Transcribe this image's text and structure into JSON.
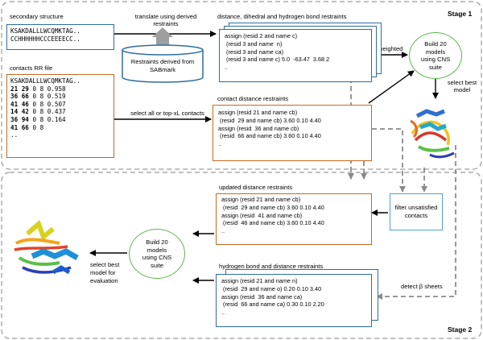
{
  "stages": {
    "stage1": "Stage 1",
    "stage2": "Stage 2"
  },
  "inputs": {
    "secondary_structure": {
      "title": "secondary structure",
      "lines": [
        "KSAKDALLLWCQMKTAG..",
        "CCHHHHHHCCCEEEECC.."
      ]
    },
    "contacts_rr": {
      "title": "contacts RR file",
      "sequence": "KSAKDALLLWCQMKTAG..",
      "rows": [
        {
          "a": "21",
          "b": "29",
          "rest": "0 8 0.958"
        },
        {
          "a": "36",
          "b": "66",
          "rest": "0 8 0.519"
        },
        {
          "a": "41",
          "b": "46",
          "rest": "0 8 0.507"
        },
        {
          "a": "14",
          "b": "42",
          "rest": "0 8 0.437"
        },
        {
          "a": "36",
          "b": "94",
          "rest": "0 8 0.164"
        },
        {
          "a": "41",
          "b": "66",
          "rest": "0 8"
        }
      ],
      "ellipsis": ".."
    }
  },
  "database": {
    "label": "Restraints derived from SABmark"
  },
  "arrow_labels": {
    "translate": "translate using derived restraints",
    "select_contacts": "select all or top-xL contacts",
    "weighted": "weighted",
    "select_best_model": "select best model",
    "detect_beta": "detect β sheets",
    "select_best_eval": "select best model for evaluation"
  },
  "restraint_boxes": {
    "dist_dihedral_hbond": {
      "title": "distance, dihedral and hydrogen bond restraints",
      "lines": [
        "assign (resid 2 and name c)",
        " (resid 3 and name  n)",
        " (resid 3 and name ca)",
        " (resid 3 and name c) 5.0  -63.47  3.68 2",
        ".."
      ]
    },
    "contact_distance": {
      "title": "contact distance restraints",
      "lines": [
        "assign (resid 21 and name cb)",
        " (resid  29 and name cb) 3.60 0.10 4.40",
        "assign (resid  36 and name cb)",
        " (resid  66 and name cb) 3.60 0.10 4.40",
        ".."
      ]
    },
    "updated_distance": {
      "title": "updated distance restraints",
      "lines": [
        "assign (resid 21 and name cb)",
        " (resid  29 and name cb) 3.60 0.10 4.40",
        "assign (resid  41 and name cb)",
        " (resid  46 and name cb) 3.60 0.10 4.40",
        ".."
      ]
    },
    "hbond_distance": {
      "title": "hydrogen bond and distance restraints",
      "lines": [
        "assign (resid 21 and name n)",
        " (resid  29 and name o) 0.20 0.10 3.40",
        "assign (resid  36 and name ca)",
        " (resid  66 and name ca) 0.30 0.10 2.20",
        ".."
      ]
    }
  },
  "build_models": {
    "stage1": "Build 20\nmodels\nusing CNS\nsuite",
    "stage2": "Build 20\nmodels\nusing CNS\nsuite"
  },
  "filter_box": {
    "label": "filter unsatisfied contacts"
  },
  "colors": {
    "blue_border": "#2e6d9e",
    "orange_border": "#c46a1f",
    "green_circle": "#5cb84c",
    "filter_border": "#4aa3d8",
    "stage_dashes": "#9a9a9a"
  },
  "images": [
    "protein-structure-stage1",
    "protein-structure-stage2"
  ]
}
